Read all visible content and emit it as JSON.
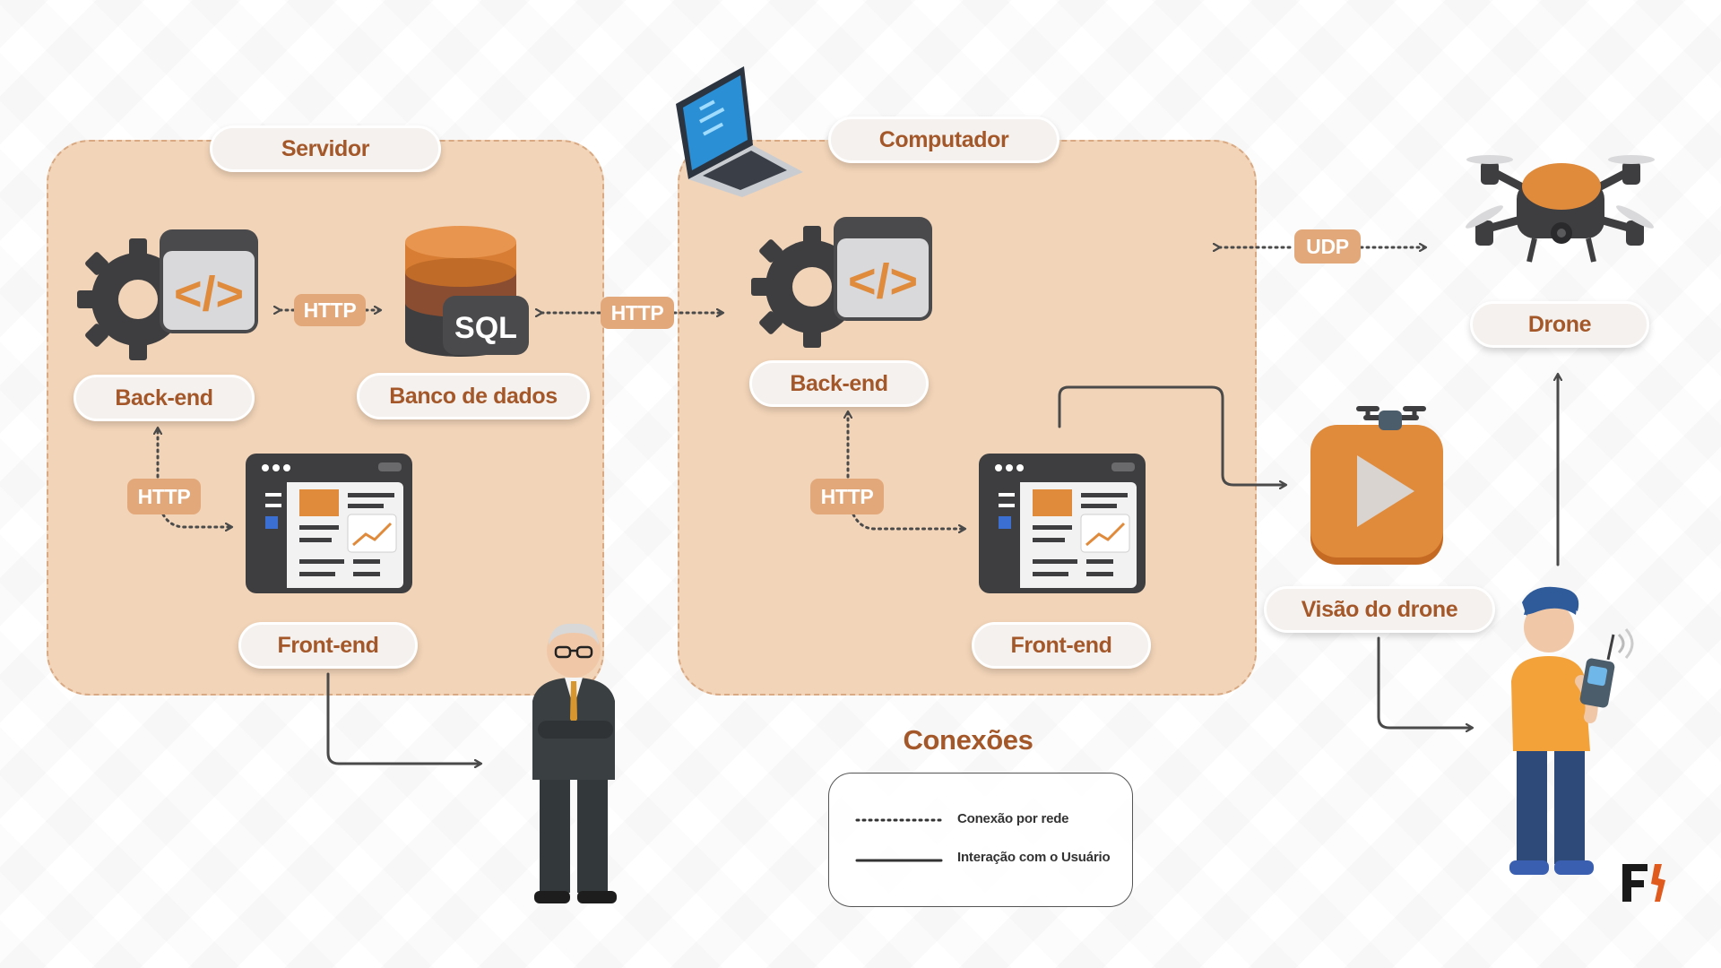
{
  "panels": {
    "servidor": {
      "title": "Servidor"
    },
    "computador": {
      "title": "Computador"
    }
  },
  "nodes": {
    "servidor_backend": "Back-end",
    "banco_de_dados": "Banco de dados",
    "servidor_frontend": "Front-end",
    "computador_backend": "Back-end",
    "computador_frontend": "Front-end",
    "drone": "Drone",
    "visao_do_drone": "Visão do drone"
  },
  "connections": {
    "http_server_backend_db": "HTTP",
    "http_db_computer": "HTTP",
    "http_server_backend_frontend": "HTTP",
    "http_computer_backend_frontend": "HTTP",
    "udp_drone": "UDP"
  },
  "icons": {
    "sql_label": "SQL"
  },
  "legend": {
    "title": "Conexões",
    "items": [
      {
        "style": "dotted",
        "label": "Conexão por rede"
      },
      {
        "style": "solid",
        "label": "Interação com o Usuário"
      }
    ]
  },
  "colors": {
    "panel": "#f2d4b8",
    "accent": "#e08a3c",
    "label_text": "#a4582a",
    "connector": "#4a4a4a"
  }
}
